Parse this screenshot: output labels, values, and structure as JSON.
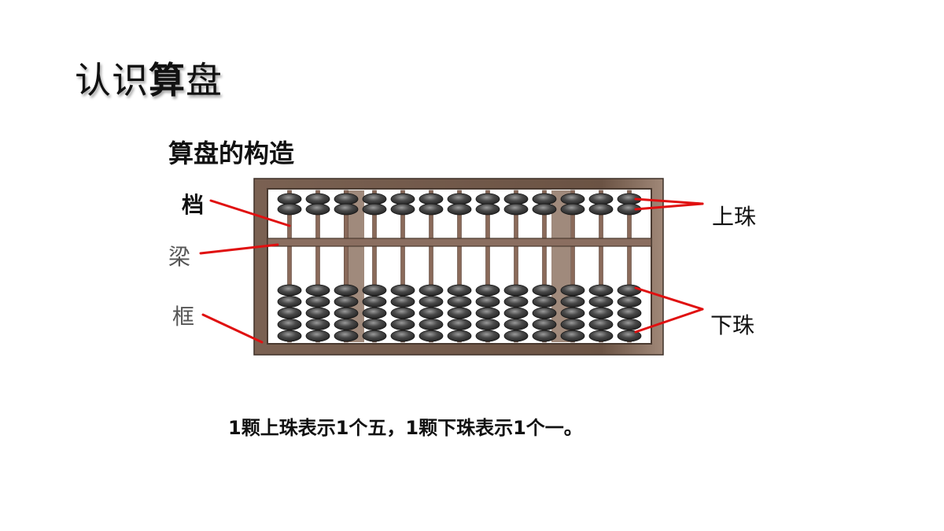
{
  "slide": {
    "title_part1": "认识",
    "title_part2": "算",
    "title_part3": "盘",
    "subtitle": "算盘的构造",
    "caption": "1颗上珠表示1个五，1颗下珠表示1个一。"
  },
  "labels": {
    "rod": "档",
    "beam": "梁",
    "frame": "框",
    "upper_beads": "上珠",
    "lower_beads": "下珠"
  },
  "abacus": {
    "rod_count": 13,
    "upper_beads_per_rod": 2,
    "lower_beads_per_rod": 5
  },
  "colors": {
    "frame": "#6b5344",
    "frame_inner_edge": "#4a3a30",
    "bead": "#3a3a3a",
    "bead_highlight": "#8a8a8a",
    "rod": "#8a6a5a",
    "pointer_line": "#e01010"
  }
}
